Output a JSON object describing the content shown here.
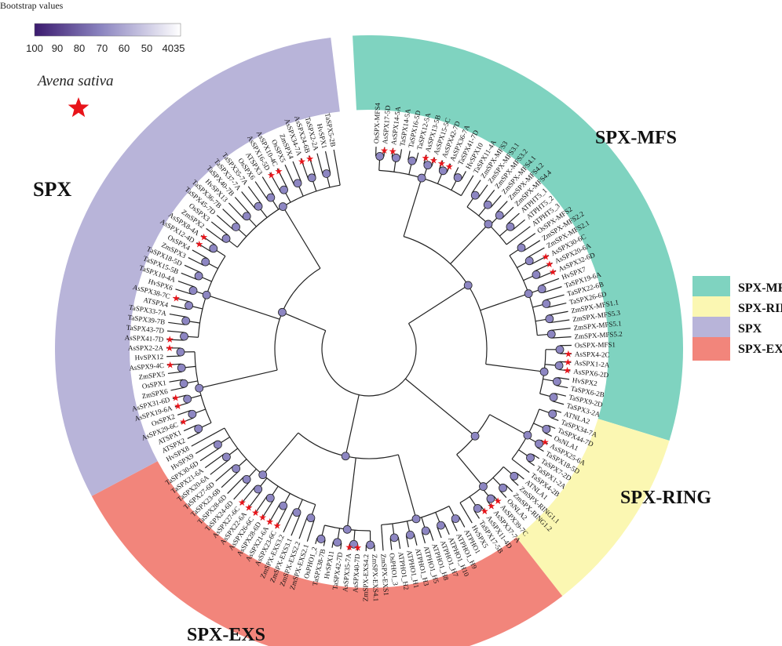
{
  "bootstrap_legend": {
    "title": "Bootstrap values",
    "ticks": [
      "100",
      "90",
      "80",
      "70",
      "60",
      "50",
      "4035"
    ],
    "color_high": "#3b1a6e",
    "color_low": "#ffffff"
  },
  "species_marker": {
    "label": "Avena sativa",
    "star_color": "#e8141a"
  },
  "clades": [
    {
      "name": "SPX",
      "color": "#b8b4d9"
    },
    {
      "name": "SPX-MFS",
      "color": "#7fd3c0"
    },
    {
      "name": "SPX-RING",
      "color": "#fbf7b2"
    },
    {
      "name": "SPX-EXS",
      "color": "#f2857b"
    }
  ],
  "legend": [
    {
      "label": "SPX-MFS",
      "color": "#7fd3c0"
    },
    {
      "label": "SPX-RING",
      "color": "#fbf7b2"
    },
    {
      "label": "SPX",
      "color": "#b8b4d9"
    },
    {
      "label": "SPX-EXS",
      "color": "#f2857b"
    }
  ],
  "leaves": [
    "OsSPX-MFS4",
    "AsSPX17-5D",
    "AsSPX14-5A",
    "TaSPX14-5A",
    "TaSPX16-5D",
    "TaSPX12-5A",
    "AsSPX13-5B",
    "AsSPX15-5C",
    "AsSPX42-7D",
    "AsSPX36-7A",
    "TaSPX41-7D",
    "HvSPX10",
    "TaSPX11-4A",
    "ZmSPX-MFS3",
    "ZmSPX-MFS3.1",
    "ZmSPX-MFS3.2",
    "ZmSPX-MFS4.1",
    "ZmSPX-MFS4.2",
    "ZmSPX-MFS4.4",
    "ATPHT5_1",
    "ATPHT5_2",
    "ATPHT5_3",
    "OsSPX-MFS2",
    "ZmSPX-MFS2.2",
    "ZmSPX-MFS2.1",
    "AsSPX30-6C",
    "AsSPX20-6A",
    "AsSPX32-6D",
    "HvSPX7",
    "TaSPX19-6A",
    "TaSPX22-6B",
    "TaSPX26-6D",
    "ZmSPX-MFS1.1",
    "ZmSPX-MFS5.3",
    "ZmSPX-MFS5.1",
    "ZmSPX-MFS5.2",
    "OsSPX-MFS1",
    "AsSPX4-2C",
    "AsSPX1-2A",
    "AsSPX6-2D",
    "HvSPX2",
    "TaSPX6-2B",
    "TaSPX9-2D",
    "TaSPX3-2A",
    "ATNLA2",
    "TaSPX34-7A",
    "TaSPX44-7D",
    "OsNLA1",
    "AsSPX25-6A",
    "TaSPX18-5D",
    "TaSPX7-2D",
    "TaSPX1-2A",
    "TaSPX4-2B",
    "ATNLA1",
    "ZmSPX-RING1.1",
    "ZmSPX-RING1.2",
    "OsNLA2",
    "AsSPX39-7C",
    "AsSPX37-7A",
    "AsSPX11-4D",
    "TaSPX17-5B",
    "HvSPX5",
    "ATPHO1",
    "ATPHO1_H9",
    "ATPHO1_H10",
    "ATPHO1_H7",
    "ATPHO1_H8",
    "ATPHO1_H5",
    "ATPHO1_H3",
    "ATPHO1_H1",
    "ATPHO1_H2",
    "OsPHO1_3",
    "ZmSPX-EXS1",
    "ZmSPX-EXS4.1",
    "ZmSPX-EXS4.2",
    "AsSPX40-7D",
    "AsSPX35-7A",
    "TaSPX42-7D",
    "HvSPX11",
    "TaSPX38-7B",
    "OsPHO1_2",
    "ZmSPX-EXS2.1",
    "ZmSPX-EXS2.2",
    "ZmSPX-EXS3.1",
    "ZmSPX-EXS3.2",
    "AsSPX23-6C",
    "AsSPX21-6A",
    "AsSPX28-6D",
    "AsSPX26-6C",
    "AsSPX22-6A",
    "AsSPX27-6C",
    "TaSPX24-6D",
    "TaSPX28-6D",
    "TaSPX23-6B",
    "TaSPX27-6D",
    "TaSPX20-6A",
    "TaSPX21-6A",
    "TaSPX30-6D",
    "HvSPX9",
    "HvSPX8",
    "ATSPX2",
    "ATSPX1",
    "AsSPX29-6C",
    "OsSPX2",
    "AsSPX19-6A",
    "AsSPX31-6D",
    "ZmSPX6",
    "OsSPX1",
    "ZmSPX5",
    "AsSPX9-4C",
    "HvSPX12",
    "AsSPX2-2A",
    "AsSPX41-7D",
    "TaSPX43-7D",
    "TaSPX39-7B",
    "TaSPX33-7A",
    "ATSPX4",
    "AsSPX38-7C",
    "HvSPX6",
    "TaSPX10-4A",
    "TaSPX15-5B",
    "TaSPX18-5D",
    "ZmSPX3",
    "OsSPX4",
    "AsSPX12-4D",
    "AsSPX8-4A",
    "ZmSPX2",
    "OsSPX3",
    "TaSPX45-7D",
    "TaSPX36-7B",
    "HvSPX13",
    "TaSPX40-7B",
    "TaSPX37-7A",
    "TaSPX35-7A",
    "OsSPX6",
    "ATSPX3",
    "AsSPX16-5D",
    "AsSPX10-4C",
    "OsSPX5",
    "ZmSPX4",
    "AsSPX34-7A",
    "AsSPX24-6B",
    "TaSPX2-2A",
    "HvSPX1",
    "TaSPX5-2B"
  ]
}
